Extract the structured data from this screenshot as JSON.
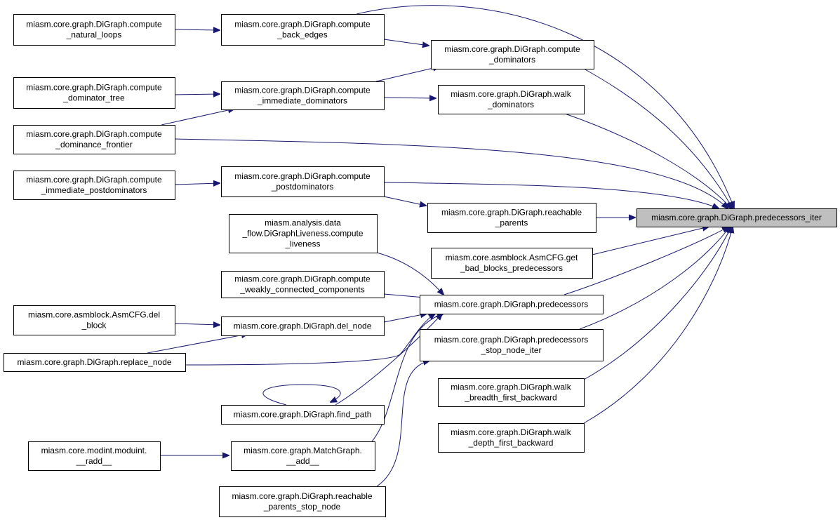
{
  "graph": {
    "target": "miasm.core.graph.DiGraph.predecessors_iter",
    "edge_color": "#191970",
    "target_fill": "#bfbfbf",
    "nodes": [
      {
        "id": "n_natural_loops",
        "lines": [
          "miasm.core.graph.DiGraph.compute",
          "_natural_loops"
        ]
      },
      {
        "id": "n_back_edges",
        "lines": [
          "miasm.core.graph.DiGraph.compute",
          "_back_edges"
        ]
      },
      {
        "id": "n_dominators",
        "lines": [
          "miasm.core.graph.DiGraph.compute",
          "_dominators"
        ]
      },
      {
        "id": "n_dominator_tree",
        "lines": [
          "miasm.core.graph.DiGraph.compute",
          "_dominator_tree"
        ]
      },
      {
        "id": "n_immediate_dominators",
        "lines": [
          "miasm.core.graph.DiGraph.compute",
          "_immediate_dominators"
        ]
      },
      {
        "id": "n_walk_dominators",
        "lines": [
          "miasm.core.graph.DiGraph.walk",
          "_dominators"
        ]
      },
      {
        "id": "n_dominance_frontier",
        "lines": [
          "miasm.core.graph.DiGraph.compute",
          "_dominance_frontier"
        ]
      },
      {
        "id": "n_immediate_postdominators",
        "lines": [
          "miasm.core.graph.DiGraph.compute",
          "_immediate_postdominators"
        ]
      },
      {
        "id": "n_postdominators",
        "lines": [
          "miasm.core.graph.DiGraph.compute",
          "_postdominators"
        ]
      },
      {
        "id": "n_reachable_parents",
        "lines": [
          "miasm.core.graph.DiGraph.reachable",
          "_parents"
        ]
      },
      {
        "id": "n_predecessors_iter",
        "lines": [
          "miasm.core.graph.DiGraph.predecessors_iter"
        ]
      },
      {
        "id": "n_compute_liveness",
        "lines": [
          "miasm.analysis.data",
          "_flow.DiGraphLiveness.compute",
          "_liveness"
        ]
      },
      {
        "id": "n_get_bad_blocks_predecessors",
        "lines": [
          "miasm.core.asmblock.AsmCFG.get",
          "_bad_blocks_predecessors"
        ]
      },
      {
        "id": "n_weakly_connected_components",
        "lines": [
          "miasm.core.graph.DiGraph.compute",
          "_weakly_connected_components"
        ]
      },
      {
        "id": "n_predecessors",
        "lines": [
          "miasm.core.graph.DiGraph.predecessors"
        ]
      },
      {
        "id": "n_del_block",
        "lines": [
          "miasm.core.asmblock.AsmCFG.del",
          "_block"
        ]
      },
      {
        "id": "n_del_node",
        "lines": [
          "miasm.core.graph.DiGraph.del_node"
        ]
      },
      {
        "id": "n_predecessors_stop_node_iter",
        "lines": [
          "miasm.core.graph.DiGraph.predecessors",
          "_stop_node_iter"
        ]
      },
      {
        "id": "n_replace_node",
        "lines": [
          "miasm.core.graph.DiGraph.replace_node"
        ]
      },
      {
        "id": "n_walk_breadth_first_backward",
        "lines": [
          "miasm.core.graph.DiGraph.walk",
          "_breadth_first_backward"
        ]
      },
      {
        "id": "n_find_path",
        "lines": [
          "miasm.core.graph.DiGraph.find_path"
        ]
      },
      {
        "id": "n_walk_depth_first_backward",
        "lines": [
          "miasm.core.graph.DiGraph.walk",
          "_depth_first_backward"
        ]
      },
      {
        "id": "n_radd",
        "lines": [
          "miasm.core.modint.moduint.",
          "__radd__"
        ]
      },
      {
        "id": "n_matchgraph_add",
        "lines": [
          "miasm.core.graph.MatchGraph.",
          "__add__"
        ]
      },
      {
        "id": "n_reachable_parents_stop_node",
        "lines": [
          "miasm.core.graph.DiGraph.reachable",
          "_parents_stop_node"
        ]
      }
    ],
    "edges": [
      {
        "from": "n_natural_loops",
        "to": "n_back_edges"
      },
      {
        "from": "n_back_edges",
        "to": "n_dominators"
      },
      {
        "from": "n_back_edges",
        "to": "n_predecessors_iter"
      },
      {
        "from": "n_immediate_dominators",
        "to": "n_dominators"
      },
      {
        "from": "n_immediate_dominators",
        "to": "n_walk_dominators"
      },
      {
        "from": "n_dominators",
        "to": "n_predecessors_iter"
      },
      {
        "from": "n_walk_dominators",
        "to": "n_predecessors_iter"
      },
      {
        "from": "n_dominator_tree",
        "to": "n_immediate_dominators"
      },
      {
        "from": "n_dominance_frontier",
        "to": "n_immediate_dominators"
      },
      {
        "from": "n_dominance_frontier",
        "to": "n_predecessors_iter"
      },
      {
        "from": "n_immediate_postdominators",
        "to": "n_postdominators"
      },
      {
        "from": "n_postdominators",
        "to": "n_reachable_parents"
      },
      {
        "from": "n_postdominators",
        "to": "n_predecessors_iter"
      },
      {
        "from": "n_reachable_parents",
        "to": "n_predecessors_iter"
      },
      {
        "from": "n_get_bad_blocks_predecessors",
        "to": "n_predecessors_iter"
      },
      {
        "from": "n_predecessors",
        "to": "n_predecessors_iter"
      },
      {
        "from": "n_predecessors_stop_node_iter",
        "to": "n_predecessors_iter"
      },
      {
        "from": "n_walk_breadth_first_backward",
        "to": "n_predecessors_iter"
      },
      {
        "from": "n_walk_depth_first_backward",
        "to": "n_predecessors_iter"
      },
      {
        "from": "n_compute_liveness",
        "to": "n_predecessors"
      },
      {
        "from": "n_weakly_connected_components",
        "to": "n_predecessors"
      },
      {
        "from": "n_del_node",
        "to": "n_predecessors"
      },
      {
        "from": "n_replace_node",
        "to": "n_predecessors"
      },
      {
        "from": "n_find_path",
        "to": "n_predecessors"
      },
      {
        "from": "n_matchgraph_add",
        "to": "n_predecessors"
      },
      {
        "from": "n_del_block",
        "to": "n_del_node"
      },
      {
        "from": "n_replace_node",
        "to": "n_del_node"
      },
      {
        "from": "n_find_path",
        "to": "n_find_path"
      },
      {
        "from": "n_radd",
        "to": "n_matchgraph_add"
      },
      {
        "from": "n_reachable_parents_stop_node",
        "to": "n_predecessors_stop_node_iter"
      }
    ]
  }
}
